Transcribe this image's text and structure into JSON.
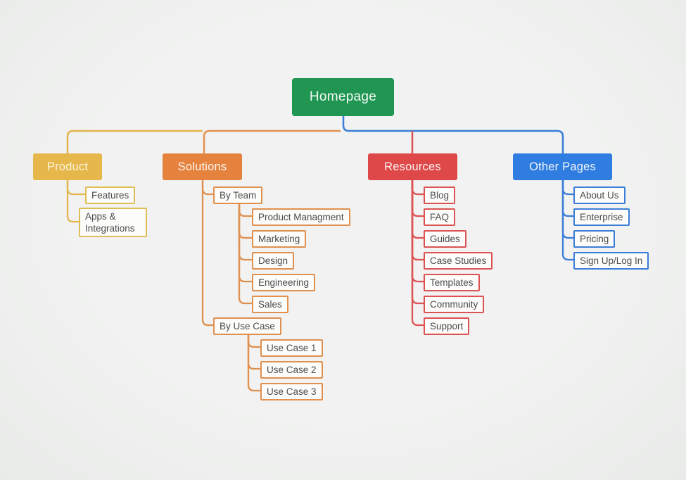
{
  "diagram": {
    "type": "sitemap-mindmap",
    "canvas_bg": "#eff0ee",
    "root": {
      "label": "Homepage",
      "color": "#219653"
    },
    "branches": [
      {
        "label": "Product",
        "color": "#e6b84c",
        "line_color": "#e0bc55",
        "children": [
          {
            "label": "Features"
          },
          {
            "label": "Apps & Integrations"
          }
        ]
      },
      {
        "label": "Solutions",
        "color": "#e5833e",
        "line_color": "#e0904f",
        "children": [
          {
            "label": "By Team",
            "children": [
              {
                "label": "Product Managment"
              },
              {
                "label": "Marketing"
              },
              {
                "label": "Design"
              },
              {
                "label": "Engineering"
              },
              {
                "label": "Sales"
              }
            ]
          },
          {
            "label": "By Use Case",
            "children": [
              {
                "label": "Use Case 1"
              },
              {
                "label": "Use Case 2"
              },
              {
                "label": "Use Case 3"
              }
            ]
          }
        ]
      },
      {
        "label": "Resources",
        "color": "#de4848",
        "line_color": "#dc5353",
        "children": [
          {
            "label": "Blog"
          },
          {
            "label": "FAQ"
          },
          {
            "label": "Guides"
          },
          {
            "label": "Case Studies"
          },
          {
            "label": "Templates"
          },
          {
            "label": "Community"
          },
          {
            "label": "Support"
          }
        ]
      },
      {
        "label": "Other Pages",
        "color": "#2f7de0",
        "line_color": "#3b7ed8",
        "children": [
          {
            "label": "About Us"
          },
          {
            "label": "Enterprise"
          },
          {
            "label": "Pricing"
          },
          {
            "label": "Sign Up/Log In"
          }
        ]
      }
    ]
  }
}
